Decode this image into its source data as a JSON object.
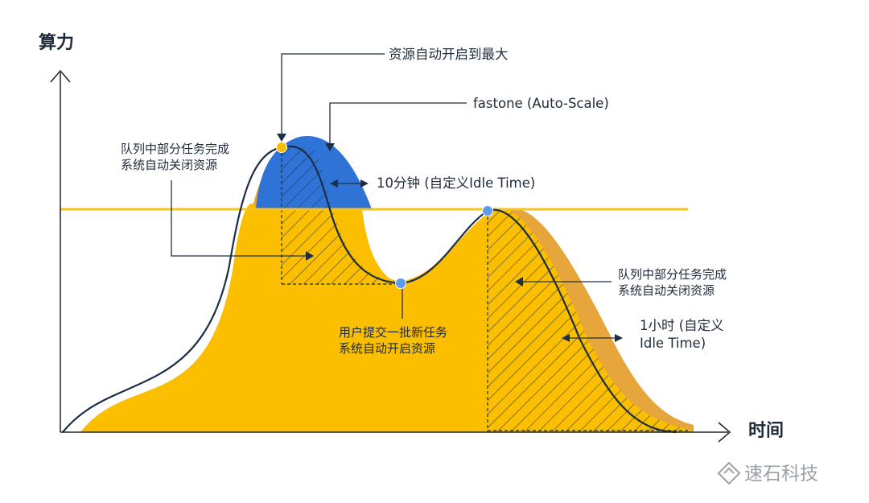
{
  "axes": {
    "y_title": "算力",
    "x_title": "时间"
  },
  "callouts": {
    "max_resources": "资源自动开启到最大",
    "fastone": "fastone (Auto-Scale)",
    "idle_10min": "10分钟 (自定义Idle Time)",
    "queue_done_left": [
      "队列中部分任务完成",
      "系统自动关闭资源"
    ],
    "submit_batch": [
      "用户提交一批新任务",
      "系统自动开启资源"
    ],
    "queue_done_right": [
      "队列中部分任务完成",
      "系统自动关闭资源"
    ],
    "idle_1h": [
      "1小时 (自定义",
      "Idle Time)"
    ]
  },
  "watermark": "速石科技",
  "colors": {
    "yellow": "#fbbf00",
    "orange": "#e6a63b",
    "blue": "#2f73d6",
    "light_blue": "#5a9bee",
    "navy": "#1c2e45",
    "threshold": "#f7c31f",
    "axis": "#222222"
  }
}
